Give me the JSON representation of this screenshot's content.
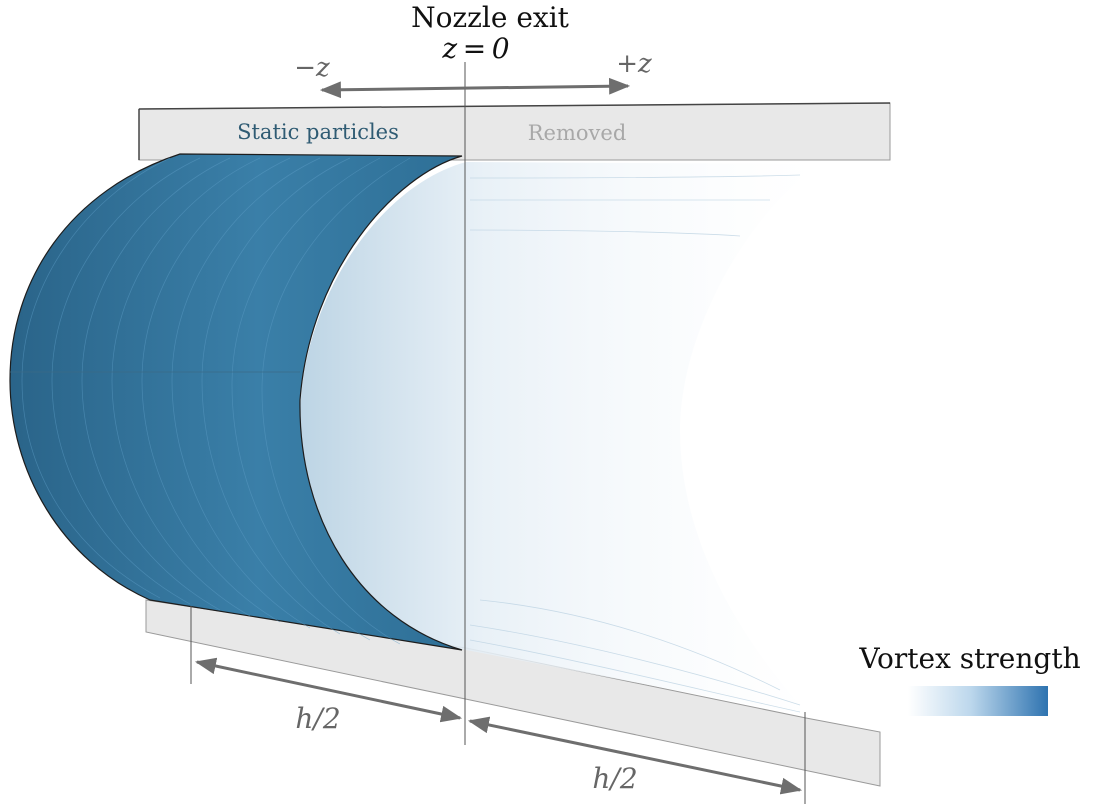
{
  "title": {
    "line1": "Nozzle exit",
    "line2": "z = 0"
  },
  "axis": {
    "minus_label": "−z",
    "plus_label": "+z"
  },
  "regions": {
    "static_label": "Static particles",
    "removed_label": "Removed"
  },
  "dimensions": {
    "left_half": "h/2",
    "right_half": "h/2"
  },
  "legend": {
    "title": "Vortex strength",
    "color_low": "#ffffff",
    "color_high": "#2e73b0"
  },
  "colors": {
    "static_particles": "#2e6f96",
    "removed_particles": "#c8dbe8",
    "wall": "#e8e8e8",
    "wall_stroke": "#444444",
    "arrow": "#6e6e6e",
    "static_text": "#2f5b73",
    "removed_text": "#a8a8a8"
  }
}
